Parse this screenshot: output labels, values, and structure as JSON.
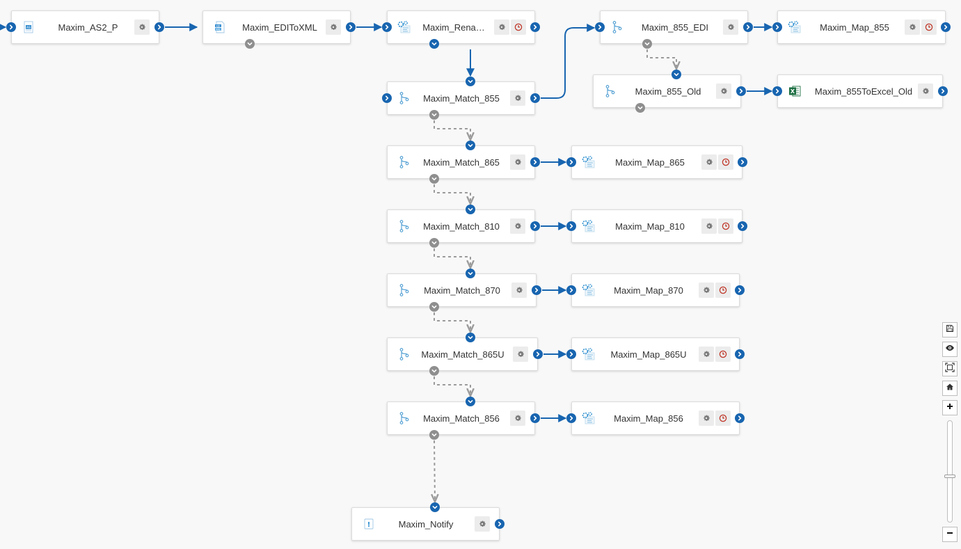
{
  "nodes": [
    {
      "id": "as2",
      "label": "Maxim_AS2_P",
      "icon": "as2-connector-icon"
    },
    {
      "id": "edi",
      "label": "Maxim_EDIToXML",
      "icon": "edi-xml-icon"
    },
    {
      "id": "rena",
      "label": "Maxim_Rena…",
      "icon": "mapper-icon"
    },
    {
      "id": "e855",
      "label": "Maxim_855_EDI",
      "icon": "branch-icon"
    },
    {
      "id": "m855",
      "label": "Maxim_Map_855",
      "icon": "mapper-icon"
    },
    {
      "id": "mt855",
      "label": "Maxim_Match_855",
      "icon": "branch-icon"
    },
    {
      "id": "o855",
      "label": "Maxim_855_Old",
      "icon": "branch-icon"
    },
    {
      "id": "x855",
      "label": "Maxim_855ToExcel_Old",
      "icon": "excel-icon"
    },
    {
      "id": "mt865",
      "label": "Maxim_Match_865",
      "icon": "branch-icon"
    },
    {
      "id": "m865",
      "label": "Maxim_Map_865",
      "icon": "mapper-icon"
    },
    {
      "id": "mt810",
      "label": "Maxim_Match_810",
      "icon": "branch-icon"
    },
    {
      "id": "m810",
      "label": "Maxim_Map_810",
      "icon": "mapper-icon"
    },
    {
      "id": "mt870",
      "label": "Maxim_Match_870",
      "icon": "branch-icon"
    },
    {
      "id": "m870",
      "label": "Maxim_Map_870",
      "icon": "mapper-icon"
    },
    {
      "id": "mt865u",
      "label": "Maxim_Match_865U",
      "icon": "branch-icon"
    },
    {
      "id": "m865u",
      "label": "Maxim_Map_865U",
      "icon": "mapper-icon"
    },
    {
      "id": "mt856",
      "label": "Maxim_Match_856",
      "icon": "branch-icon"
    },
    {
      "id": "m856",
      "label": "Maxim_Map_856",
      "icon": "mapper-icon"
    },
    {
      "id": "notify",
      "label": "Maxim_Notify",
      "icon": "notify-icon"
    }
  ],
  "toolbar": {
    "buttons": [
      {
        "name": "save-icon"
      },
      {
        "name": "eye-icon"
      },
      {
        "name": "fit-to-screen-icon"
      },
      {
        "name": "home-icon"
      },
      {
        "name": "zoom-in-icon"
      }
    ],
    "zoom_out": {
      "name": "zoom-out-icon"
    }
  },
  "colors": {
    "port_blue": "#1865b0",
    "port_gray": "#8f8f8f",
    "edge_blue": "#1865b0",
    "edge_gray": "#9b9b9b",
    "clock_red": "#c0392b",
    "excel_green": "#1d6f42"
  }
}
